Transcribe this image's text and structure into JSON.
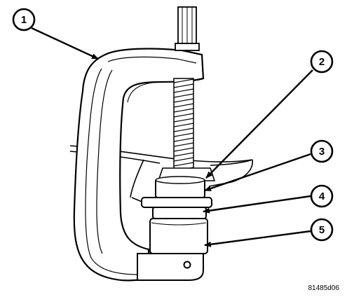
{
  "callouts": [
    {
      "num": "1"
    },
    {
      "num": "2"
    },
    {
      "num": "3"
    },
    {
      "num": "4"
    },
    {
      "num": "5"
    }
  ],
  "figure_code": "81485d06"
}
